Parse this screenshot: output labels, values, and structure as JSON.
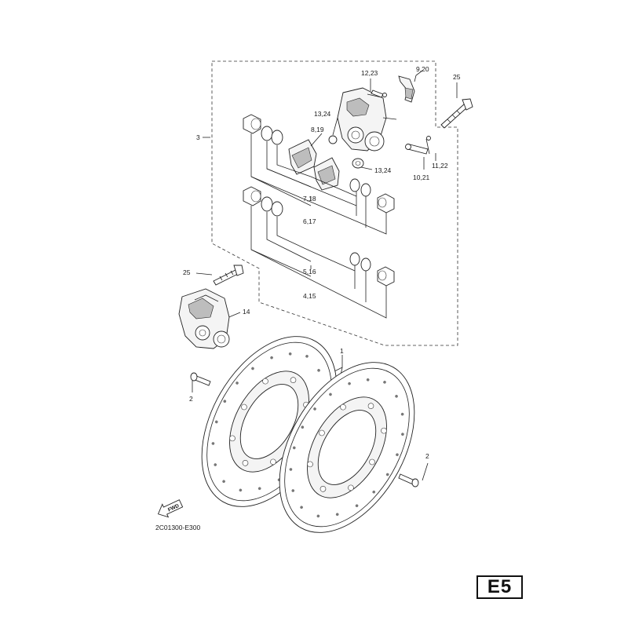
{
  "callouts": {
    "c1": "1",
    "c2a": "2",
    "c2b": "2",
    "c3": "3",
    "c4_15": "4,15",
    "c5_16": "5,16",
    "c6_17": "6,17",
    "c7_18": "7,18",
    "c8_19": "8,19",
    "c9_20": "9,20",
    "c10_21": "10,21",
    "c11_22": "11,22",
    "c12_23": "12,23",
    "c13_24a": "13,24",
    "c13_24b": "13,24",
    "c14": "14",
    "c25a": "25",
    "c25b": "25"
  },
  "fwd_arrow": "FWD",
  "drawing_code": "2C01300-E300",
  "page_tag": "E5"
}
